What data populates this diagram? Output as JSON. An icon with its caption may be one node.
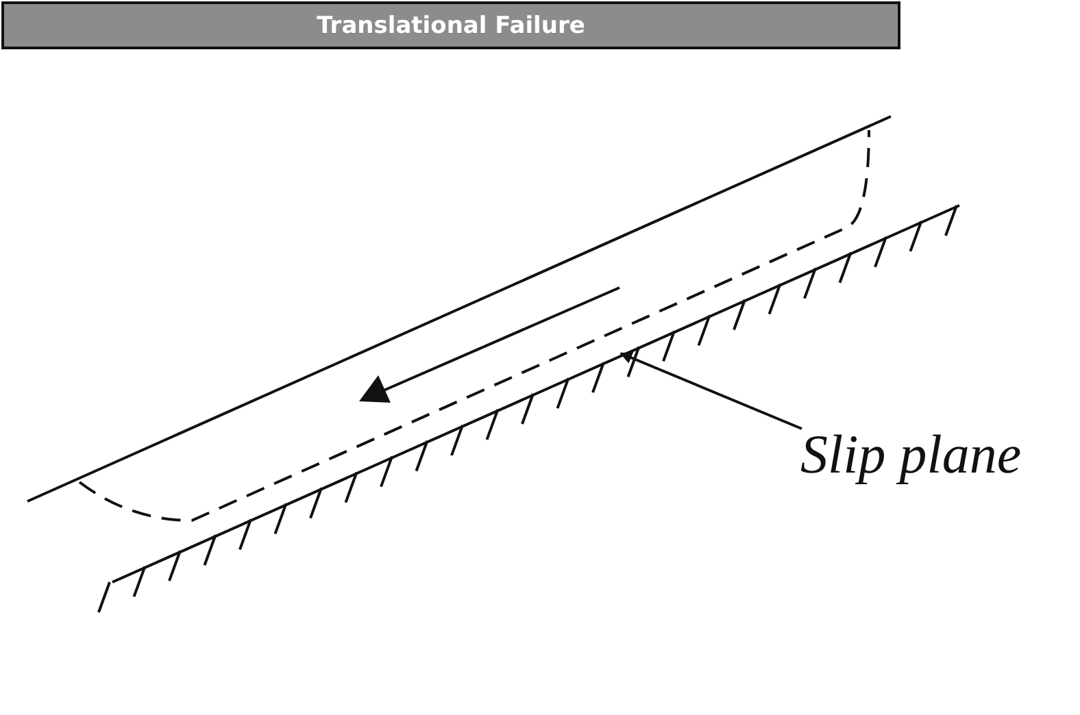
{
  "diagram": {
    "title": "Translational Failure",
    "nodes": [
      {
        "text": [
          "Slip plane"
        ]
      },
      {
        "text": [],
        "shape": "line"
      }
    ],
    "edges": [
      {
        "from": 0,
        "to": 1,
        "arrow": "to"
      }
    ]
  }
}
